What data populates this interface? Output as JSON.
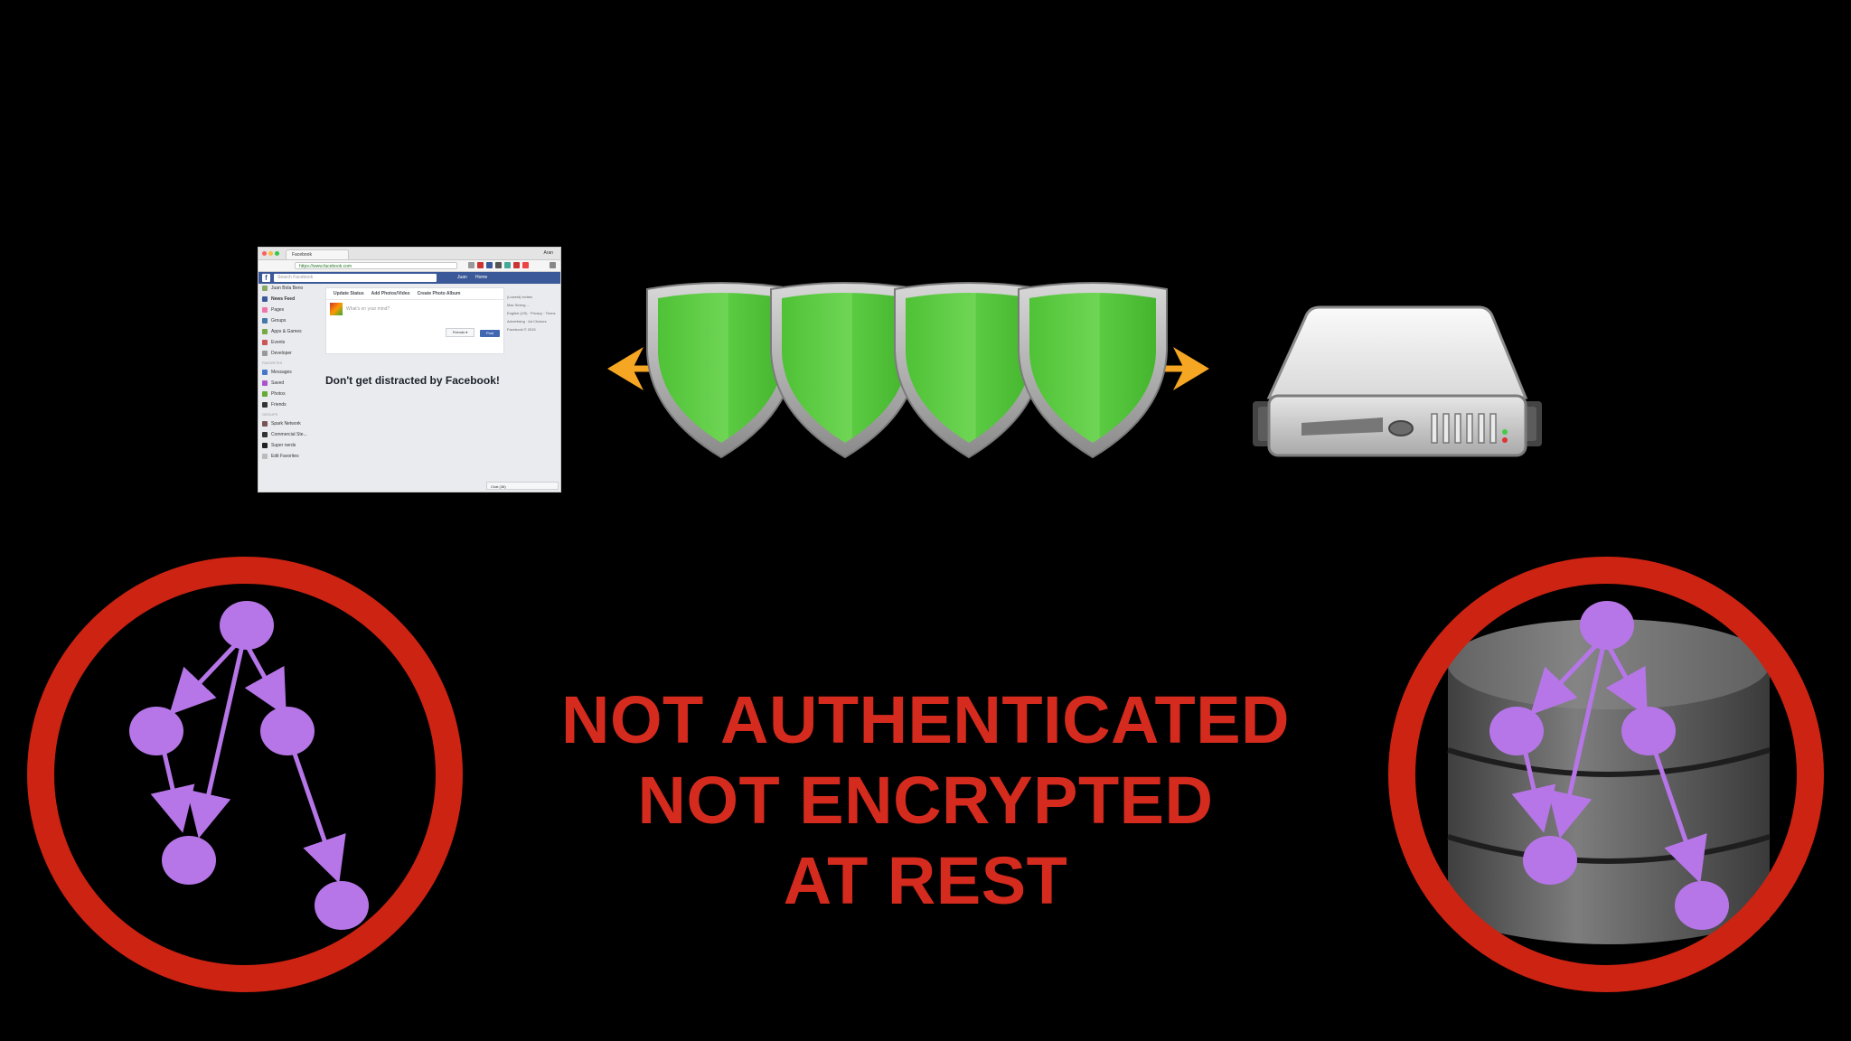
{
  "caption": {
    "line1": "NOT AUTHENTICATED",
    "line2": "NOT ENCRYPTED",
    "line3": "AT REST"
  },
  "browser_thumbnail": {
    "tab_title": "Facebook",
    "user_tag": "Aran",
    "url": "https://www.facebook.com",
    "search_placeholder": "Search Facebook",
    "nav_name": "Juan",
    "nav_home": "Home",
    "left_nav": [
      "Juan Bola Beno",
      "News Feed",
      "Pages",
      "Groups",
      "Apps & Games",
      "Events",
      "Developer"
    ],
    "left_section": "FAVORITES",
    "left_nav_2": [
      "Messages",
      "Saved",
      "Photos",
      "Friends"
    ],
    "left_section_2": "GROUPS",
    "left_nav_3": [
      "Spark Network",
      "Commercial Ste...",
      "Super nerds",
      "Edit Favorites"
    ],
    "composer_tabs": [
      "Update Status",
      "Add Photos/Video",
      "Create Photo Album"
    ],
    "composer_placeholder": "What's on your mind?",
    "composer_audience": "Friends ▾",
    "composer_post": "Post",
    "headline": "Don't get distracted by Facebook!",
    "right_col": [
      "(Lowest) Invites",
      "Max Streng ...",
      "English (US) · Privacy · Terms",
      "Advertising · Ad Choices",
      "Facebook © 2015"
    ],
    "chat_label": "Chat (38)"
  },
  "colors": {
    "background": "#000000",
    "caption_red": "#d52b1e",
    "ring_red": "#cc2312",
    "node_purple": "#b676e8",
    "shield_green": "#63cf4a",
    "shield_rim": "#a8a8a8",
    "arrow_orange": "#f5a623"
  },
  "icons": [
    "browser-screenshot",
    "shield-icon",
    "server-icon",
    "graph-icon",
    "database-icon",
    "double-arrow-icon"
  ]
}
